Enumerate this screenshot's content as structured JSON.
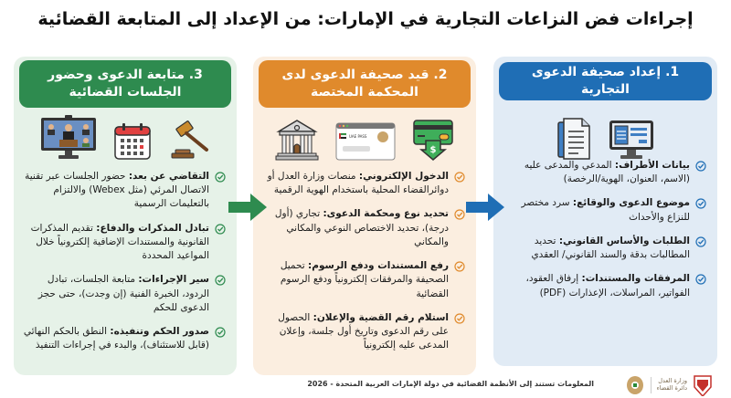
{
  "title": "إجراءات فض النزاعات التجارية في الإمارات: من الإعداد إلى المتابعة القضائية",
  "colors": {
    "step1": "#1f6eb5",
    "step2": "#e08a2c",
    "step3": "#2e8b4f",
    "step1_bg": "#e1ebf5",
    "step2_bg": "#fbeee0",
    "step3_bg": "#e6f2e8"
  },
  "steps": [
    {
      "header": "1. إعداد صحيفة الدعوى التجارية",
      "icons": [
        "document-icon",
        "computer-monitor-icon"
      ],
      "items": [
        {
          "label": "بيانات الأطراف:",
          "text": " المدعي والمدعى عليه (الاسم، العنوان، الهوية/الرخصة)"
        },
        {
          "label": "موضوع الدعوى والوقائع:",
          "text": " سرد مختصر للنزاع والأحداث"
        },
        {
          "label": "الطلبات والأساس القانوني:",
          "text": " تحديد المطالبات بدقة والسند القانوني/ العقدي"
        },
        {
          "label": "المرفقات والمستندات:",
          "text": " إرفاق العقود، الفواتير، المراسلات، الإعذارات (PDF)"
        }
      ]
    },
    {
      "header": "2. قيد صحيفة الدعوى لدى المحكمة المختصة",
      "icons": [
        "courthouse-icon",
        "uae-pass-login-icon",
        "payment-card-icon"
      ],
      "uae_pass_label": "UAE PASS",
      "items": [
        {
          "label": "الدخول الإلكتروني:",
          "text": " منصات وزارة العدل أو دوائرالقضاء المحلية باستخدام الهوية الرقمية"
        },
        {
          "label": "تحديد نوع ومحكمة الدعوى:",
          "text": " تجاري (أول درجة)، تحديد الاختصاص النوعي والمكاني والمكاني"
        },
        {
          "label": "رفع المستندات ودفع الرسوم:",
          "text": " تحميل الصحيفة والمرفقات إلكترونياً ودفع الرسوم القضائية"
        },
        {
          "label": "استلام رقم القضية والإعلان:",
          "text": " الحصول على رقم الدعوى وتاريخ أول جلسة، وإعلان المدعى عليه إلكترونياً"
        }
      ]
    },
    {
      "header": "3. متابعة الدعوى وحضور الجلسات القضائية",
      "icons": [
        "video-conference-icon",
        "calendar-icon",
        "gavel-icon"
      ],
      "items": [
        {
          "label": "التقاضي عن بعد:",
          "text": " حضور الجلسات عبر تقنية الاتصال المرئي (مثل Webex) والالتزام بالتعليمات الرسمية"
        },
        {
          "label": "تبادل المذكرات والدفاع:",
          "text": " تقديم المذكرات القانونية والمستندات الإضافية إلكترونياً خلال المواعيد المحددة"
        },
        {
          "label": "سير الإجراءات:",
          "text": " متابعة الجلسات، تبادل الردود، الخبرة الفنية (إن وجدت)، حتى حجز الدعوى للحكم"
        },
        {
          "label": "صدور الحكم وتنفيذه:",
          "text": " النطق بالحكم النهائي (قابل للاستئناف)، والبدء في إجراءات التنفيذ"
        }
      ]
    }
  ],
  "footer": {
    "note": "المعلومات تستند إلى الأنظمة القضائية في دولة الإمارات العربية المتحدة - 2026",
    "ministry_line1": "وزارة العدل",
    "ministry_line2": "دائرة القضاء"
  }
}
